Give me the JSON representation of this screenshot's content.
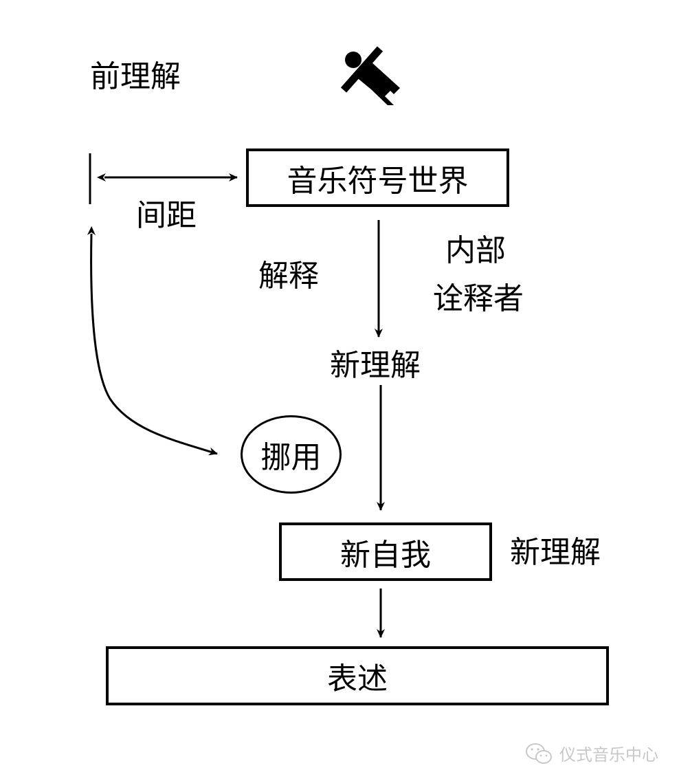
{
  "diagram": {
    "nodes": {
      "pre_understanding": "前理解",
      "music_symbol_world": "音乐符号世界",
      "distance": "间距",
      "interpretation": "解释",
      "inner_line1": "内部",
      "inner_line2": "诠释者",
      "new_understanding_mid": "新理解",
      "appropriation": "挪用",
      "new_self": "新自我",
      "new_understanding_right": "新理解",
      "expression": "表述"
    },
    "edges": [
      {
        "from": "pre_understanding",
        "to": "music_symbol_world",
        "label": "间距",
        "style": "bidirectional"
      },
      {
        "from": "music_symbol_world",
        "to": "new_understanding_mid",
        "label": "解释"
      },
      {
        "from": "new_understanding_mid",
        "to": "new_self"
      },
      {
        "from": "new_self",
        "to": "expression"
      },
      {
        "from": "pre_understanding",
        "to": "appropriation",
        "style": "curved-bidirectional"
      }
    ],
    "icons": {
      "person": "person-stretching-icon",
      "watermark": "wechat-icon"
    }
  },
  "watermark": {
    "text": "仪式音乐中心"
  }
}
